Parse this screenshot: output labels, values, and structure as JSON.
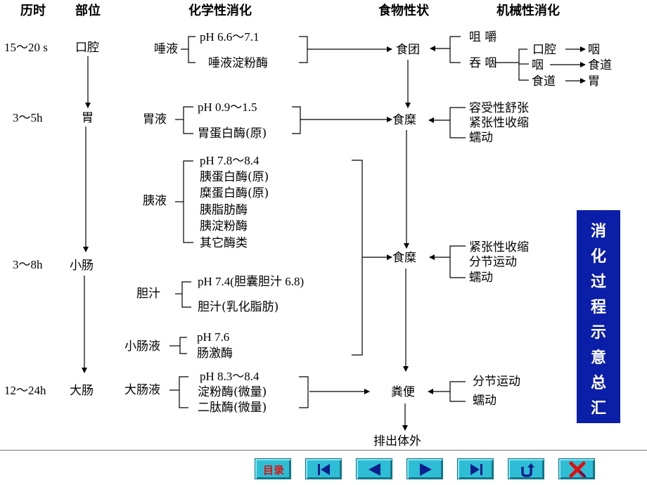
{
  "headers": {
    "duration": "历时",
    "site": "部位",
    "chemical": "化学性消化",
    "food_state": "食物性状",
    "mechanical": "机械性消化"
  },
  "durations": [
    "15～20 s",
    "3～5h",
    "3～8h",
    "12～24h"
  ],
  "sites": [
    "口腔",
    "胃",
    "小肠",
    "大肠"
  ],
  "juices": {
    "saliva": {
      "name": "唾液",
      "items": [
        "pH  6.6～7.1",
        "唾液淀粉酶"
      ]
    },
    "gastric": {
      "name": "胃液",
      "items": [
        "pH  0.9～1.5",
        "胃蛋白酶(原)"
      ]
    },
    "pancreatic": {
      "name": "胰液",
      "items": [
        "pH  7.8～8.4",
        "胰蛋白酶(原)",
        "糜蛋白酶(原)",
        "胰脂肪酶",
        "胰淀粉酶",
        "其它酶类"
      ]
    },
    "bile": {
      "name": "胆汁",
      "items": [
        "pH  7.4(胆囊胆汁 6.8)",
        "胆汁(乳化脂肪)"
      ]
    },
    "intestinal": {
      "name": "小肠液",
      "items": [
        "pH  7.6",
        "肠激酶"
      ]
    },
    "colon": {
      "name": "大肠液",
      "items": [
        "pH  8.3～8.4",
        "淀粉酶(微量)",
        "二肽酶(微量)"
      ]
    }
  },
  "food_states": [
    "食团",
    "食糜",
    "食糜",
    "粪便"
  ],
  "excrete": "排出体外",
  "mechanical": {
    "mouth": {
      "items": [
        "咀  嚼",
        "吞  咽"
      ],
      "swallow_path": [
        "口腔",
        "咽",
        "食道",
        "咽",
        "食道",
        "胃"
      ]
    },
    "stomach": [
      "容受性舒张",
      "紧张性收缩",
      "蠕动"
    ],
    "small_intestine": [
      "紧张性收缩",
      "分节运动",
      "蠕动"
    ],
    "large_intestine": [
      "分节运动",
      "蠕动"
    ]
  },
  "side_title": [
    "消",
    "化",
    "过",
    "程",
    "示",
    "意",
    "总",
    "汇"
  ],
  "nav": {
    "toc_label": "目录",
    "colors": {
      "button_face": "#2dbed6",
      "icon": "#0b1e8c",
      "toc_text": "#e01010",
      "exit_icon": "#e01010",
      "title_bg": "#0b1ea8"
    }
  }
}
